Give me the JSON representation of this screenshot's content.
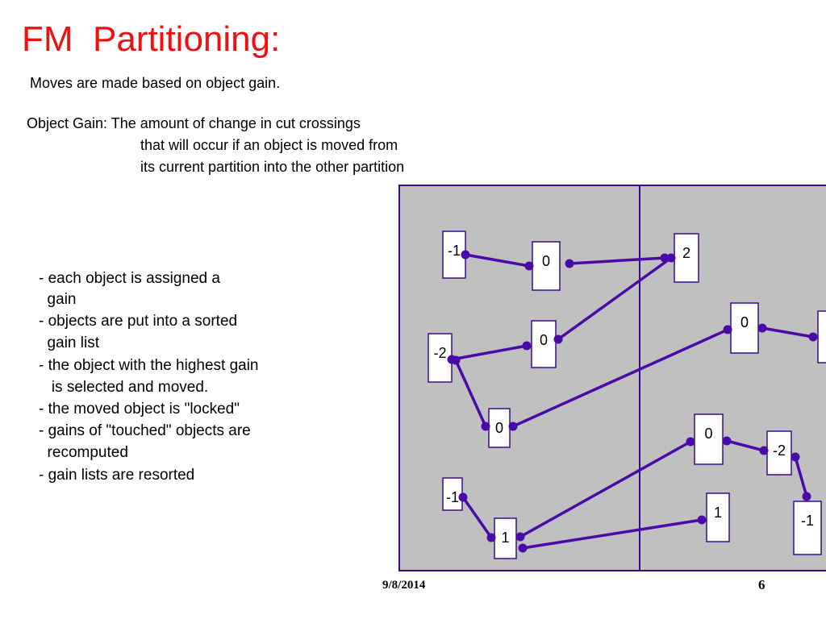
{
  "slide": {
    "title": "FM  Partitioning:",
    "subtitle": "Moves are made based on object gain.",
    "definition": [
      "Object Gain: The amount of change in cut crossings",
      "that will occur if an object is moved from",
      "its current partition into the other partition"
    ],
    "bullets": [
      "- each object is assigned a",
      "  gain",
      "- objects are put into a sorted",
      "  gain list",
      "- the object with the highest gain",
      "   is selected and moved.",
      "- the moved object is \"locked\"",
      "- gains of \"touched\" objects are",
      "  recomputed",
      "- gain lists are resorted"
    ],
    "footer": {
      "date": "9/8/2014",
      "page": "6"
    }
  },
  "diagram": {
    "colors": {
      "background": "#c0c0c0",
      "edge": "#4a0aa8",
      "node_border": "#3a0a8a",
      "node_fill": "#ffffff"
    },
    "nodes": [
      {
        "id": "n1",
        "gain": "-1"
      },
      {
        "id": "n2",
        "gain": "0"
      },
      {
        "id": "n3",
        "gain": "2"
      },
      {
        "id": "n4",
        "gain": "0"
      },
      {
        "id": "n5",
        "gain": "-2"
      },
      {
        "id": "n6",
        "gain": "0"
      },
      {
        "id": "n7",
        "gain": "0"
      },
      {
        "id": "n8",
        "gain": "0"
      },
      {
        "id": "n9",
        "gain": "-2"
      },
      {
        "id": "n10",
        "gain": "-1"
      },
      {
        "id": "n11",
        "gain": "1"
      },
      {
        "id": "n12",
        "gain": "1"
      },
      {
        "id": "n13",
        "gain": "-1"
      },
      {
        "id": "n14",
        "gain": ""
      }
    ],
    "edges": [
      [
        "n1",
        "n2"
      ],
      [
        "n2",
        "n3"
      ],
      [
        "n4",
        "n3"
      ],
      [
        "n5",
        "n4"
      ],
      [
        "n5",
        "n6"
      ],
      [
        "n6",
        "n7"
      ],
      [
        "n7",
        "n14"
      ],
      [
        "n10",
        "n11"
      ],
      [
        "n11",
        "n8"
      ],
      [
        "n11",
        "n12"
      ],
      [
        "n8",
        "n9"
      ],
      [
        "n9",
        "n13"
      ]
    ]
  }
}
